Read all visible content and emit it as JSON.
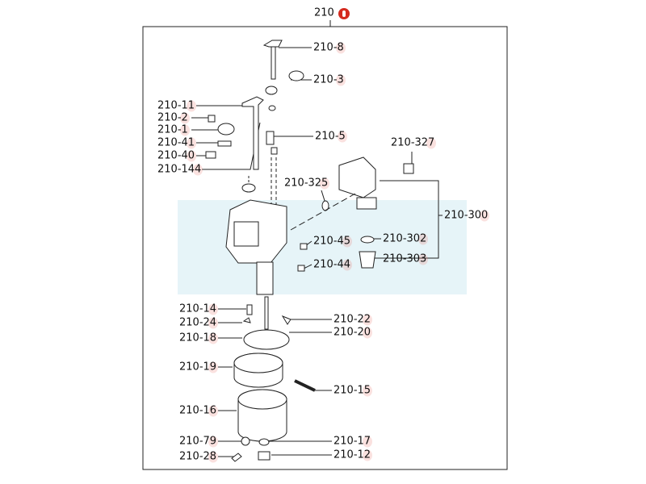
{
  "assembly": {
    "label": "210",
    "marker_color": "#d42a1e",
    "band_color": "#e6f4f8"
  },
  "parts": [
    {
      "id": "p8",
      "label": "210-8"
    },
    {
      "id": "p3",
      "label": "210-3"
    },
    {
      "id": "p11",
      "label": "210-11"
    },
    {
      "id": "p2",
      "label": "210-2"
    },
    {
      "id": "p1",
      "label": "210-1"
    },
    {
      "id": "p41",
      "label": "210-41"
    },
    {
      "id": "p40",
      "label": "210-40"
    },
    {
      "id": "p144",
      "label": "210-144"
    },
    {
      "id": "p5",
      "label": "210-5"
    },
    {
      "id": "p327",
      "label": "210-327"
    },
    {
      "id": "p325",
      "label": "210-325"
    },
    {
      "id": "p300",
      "label": "210-300"
    },
    {
      "id": "p45",
      "label": "210-45"
    },
    {
      "id": "p302",
      "label": "210-302"
    },
    {
      "id": "p44",
      "label": "210-44"
    },
    {
      "id": "p303",
      "label": "210-303"
    },
    {
      "id": "p14",
      "label": "210-14"
    },
    {
      "id": "p24",
      "label": "210-24"
    },
    {
      "id": "p18",
      "label": "210-18"
    },
    {
      "id": "p22",
      "label": "210-22"
    },
    {
      "id": "p20",
      "label": "210-20"
    },
    {
      "id": "p19",
      "label": "210-19"
    },
    {
      "id": "p15",
      "label": "210-15"
    },
    {
      "id": "p16",
      "label": "210-16"
    },
    {
      "id": "p79",
      "label": "210-79"
    },
    {
      "id": "p17",
      "label": "210-17"
    },
    {
      "id": "p28",
      "label": "210-28"
    },
    {
      "id": "p12",
      "label": "210-12"
    }
  ]
}
